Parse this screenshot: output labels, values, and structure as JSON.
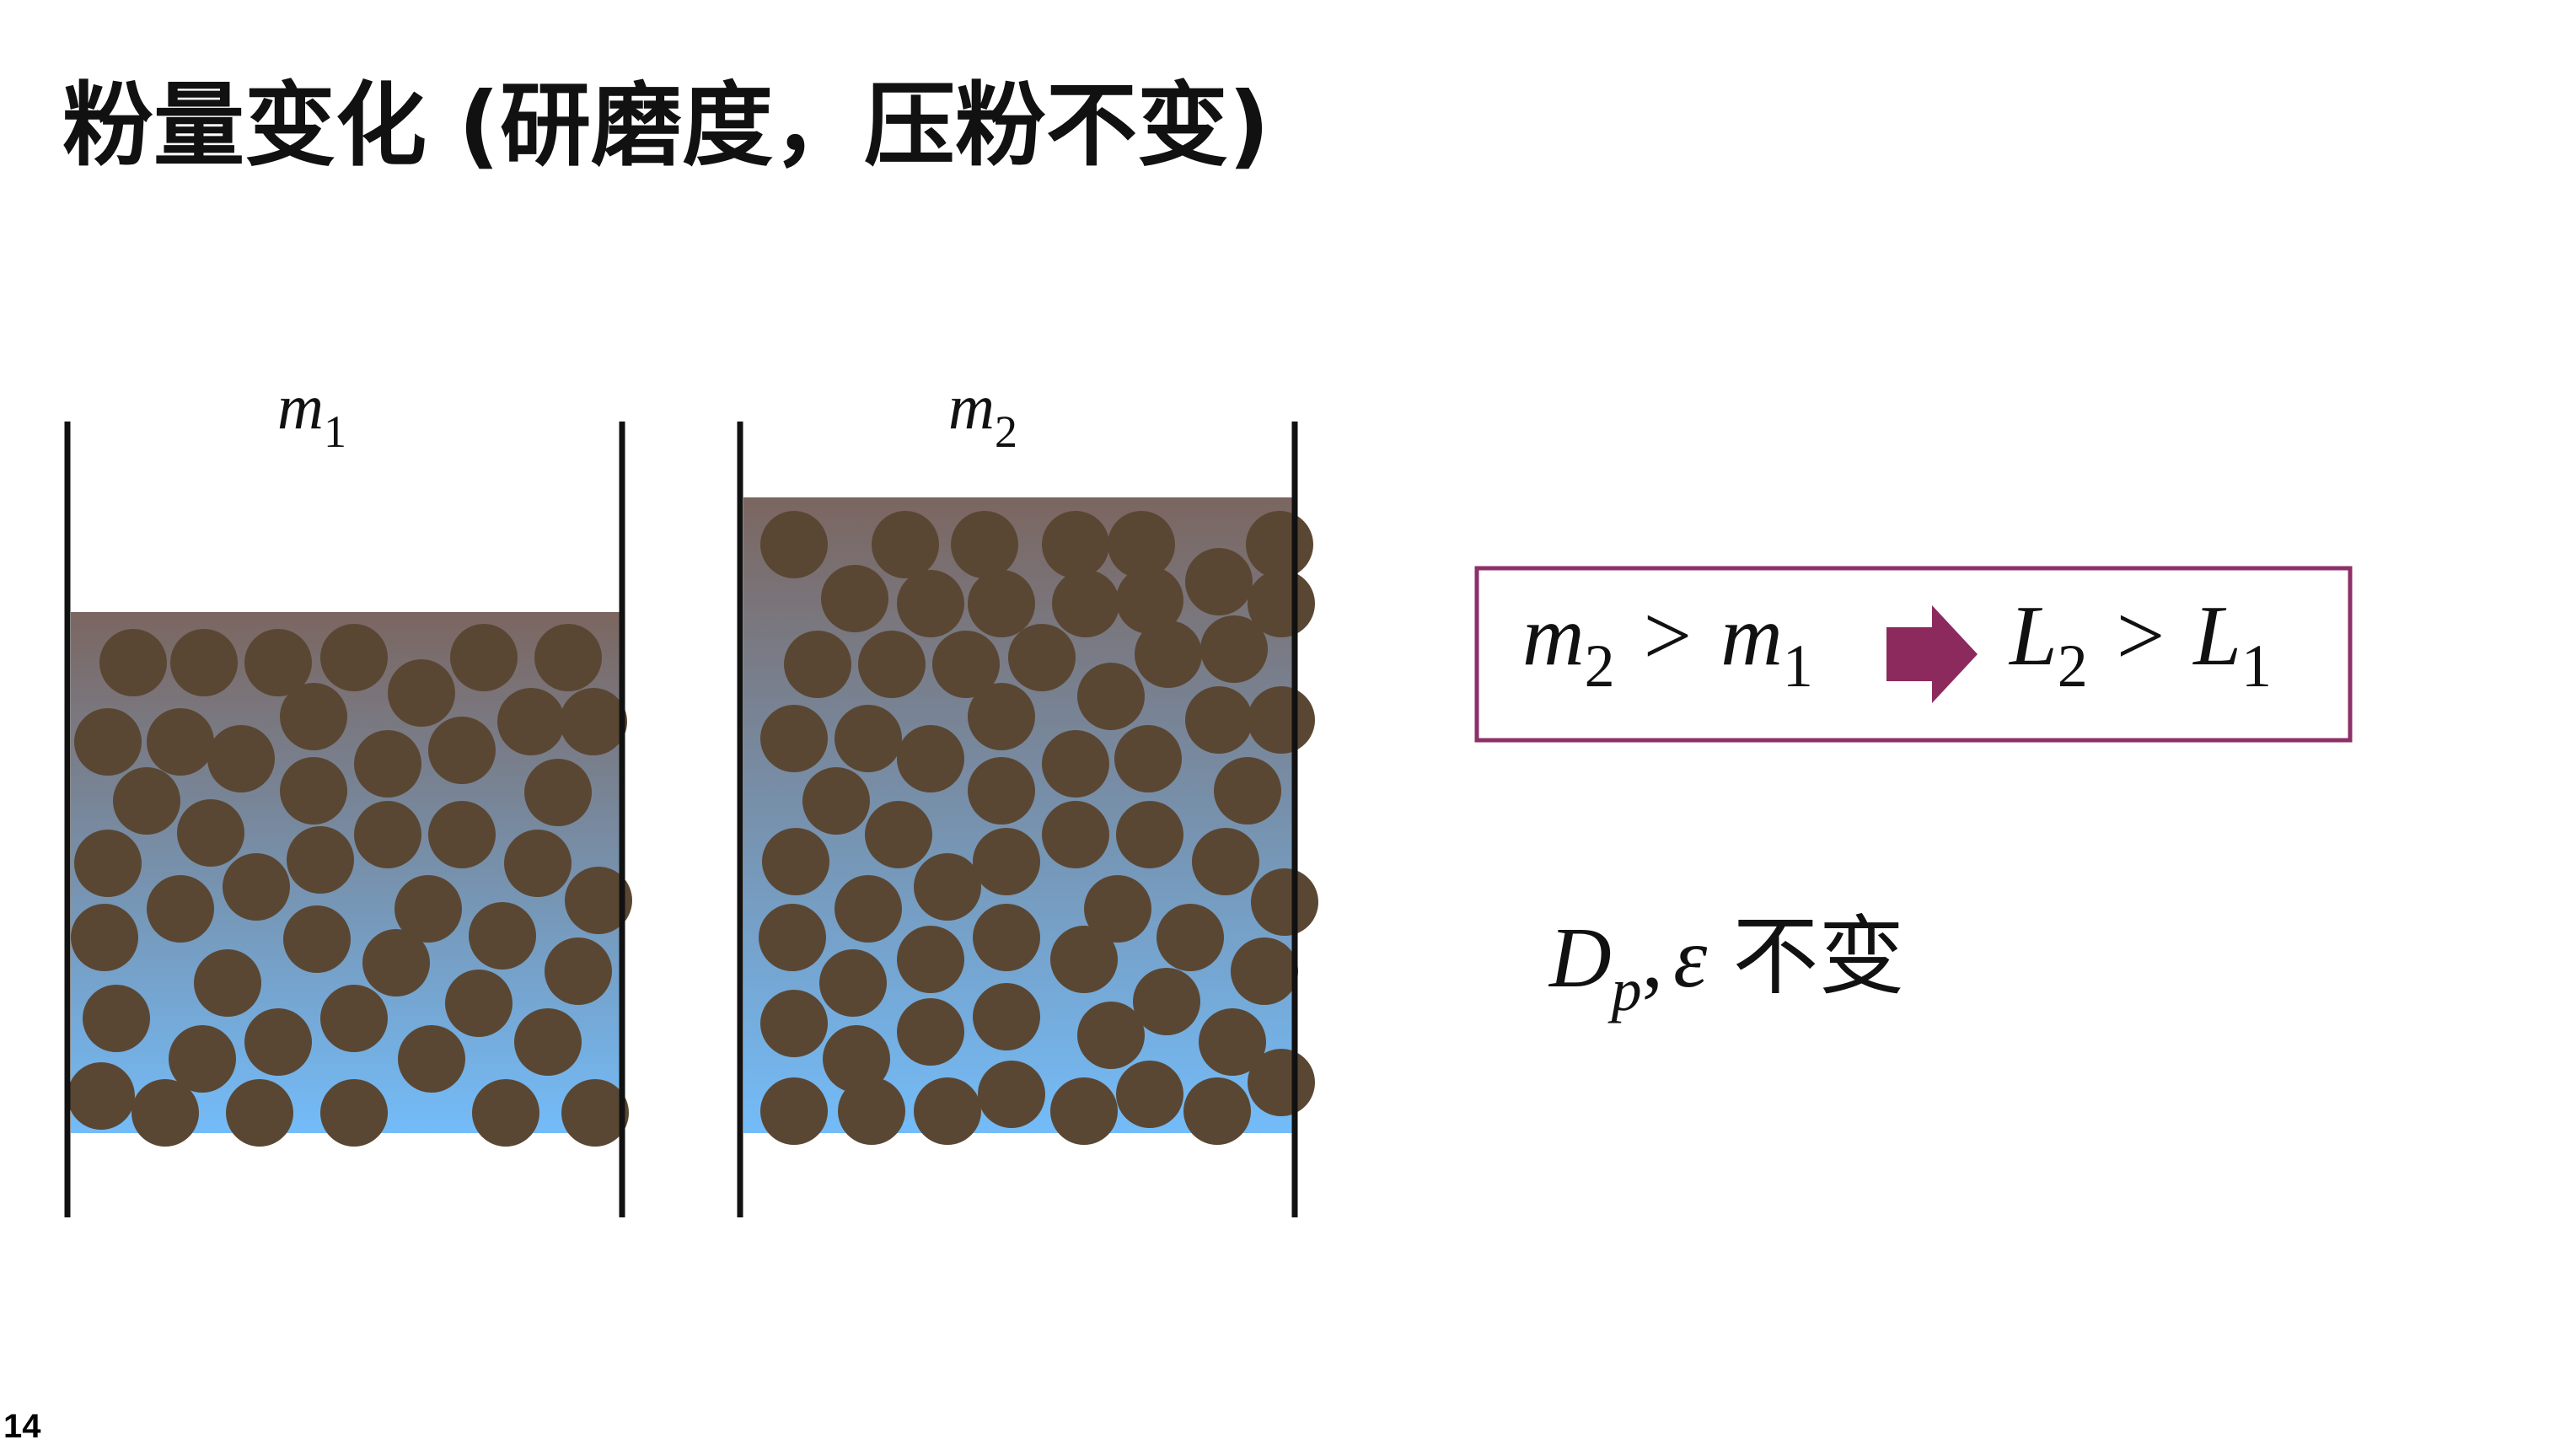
{
  "slide": {
    "title": "粉量变化 (研磨度，压粉不变)",
    "number": "14"
  },
  "colors": {
    "particle": "#5a4733",
    "fill_top": "#7b6660",
    "fill_bottom": "#73bcf9",
    "frame": "#111111",
    "box_border": "#8c3069",
    "arrow": "#8c2a5e"
  },
  "containers": [
    {
      "id": "left",
      "label": {
        "var": "m",
        "sub": "1"
      }
    },
    {
      "id": "right",
      "label": {
        "var": "m",
        "sub": "2"
      }
    }
  ],
  "relation": {
    "left": {
      "lhs": {
        "var": "m",
        "sub": "2"
      },
      "op": ">",
      "rhs": {
        "var": "m",
        "sub": "1"
      }
    },
    "arrow_icon": "right-arrow-icon",
    "right": {
      "lhs": {
        "var": "L",
        "sub": "2"
      },
      "op": ">",
      "rhs": {
        "var": "L",
        "sub": "1"
      }
    }
  },
  "constants": {
    "var1": "D",
    "sub1": "p",
    "comma": ",",
    "var2": "ε",
    "text": "不变"
  }
}
